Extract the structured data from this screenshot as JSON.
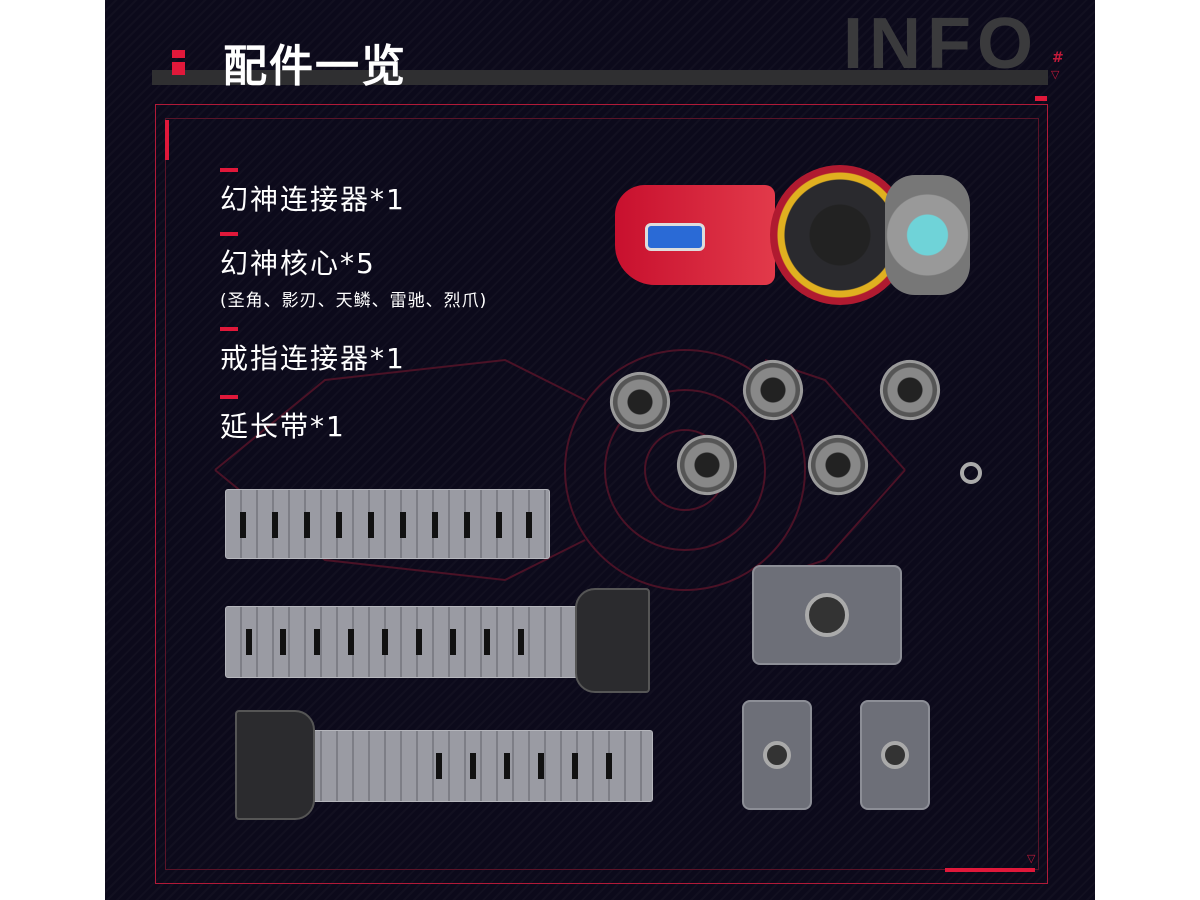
{
  "header": {
    "title": "配件一览",
    "watermark": "INFO",
    "hash": "#",
    "triangle": "▽"
  },
  "items": [
    {
      "label": "幻神连接器*1"
    },
    {
      "label": "幻神核心*5",
      "sub": "(圣角、影刃、天鳞、雷驰、烈爪)"
    },
    {
      "label": "戒指连接器*1"
    },
    {
      "label": "延长带*1"
    }
  ],
  "colors": {
    "accent": "#e0183a",
    "background": "#0c0a1b",
    "bar": "#2f2f31"
  }
}
